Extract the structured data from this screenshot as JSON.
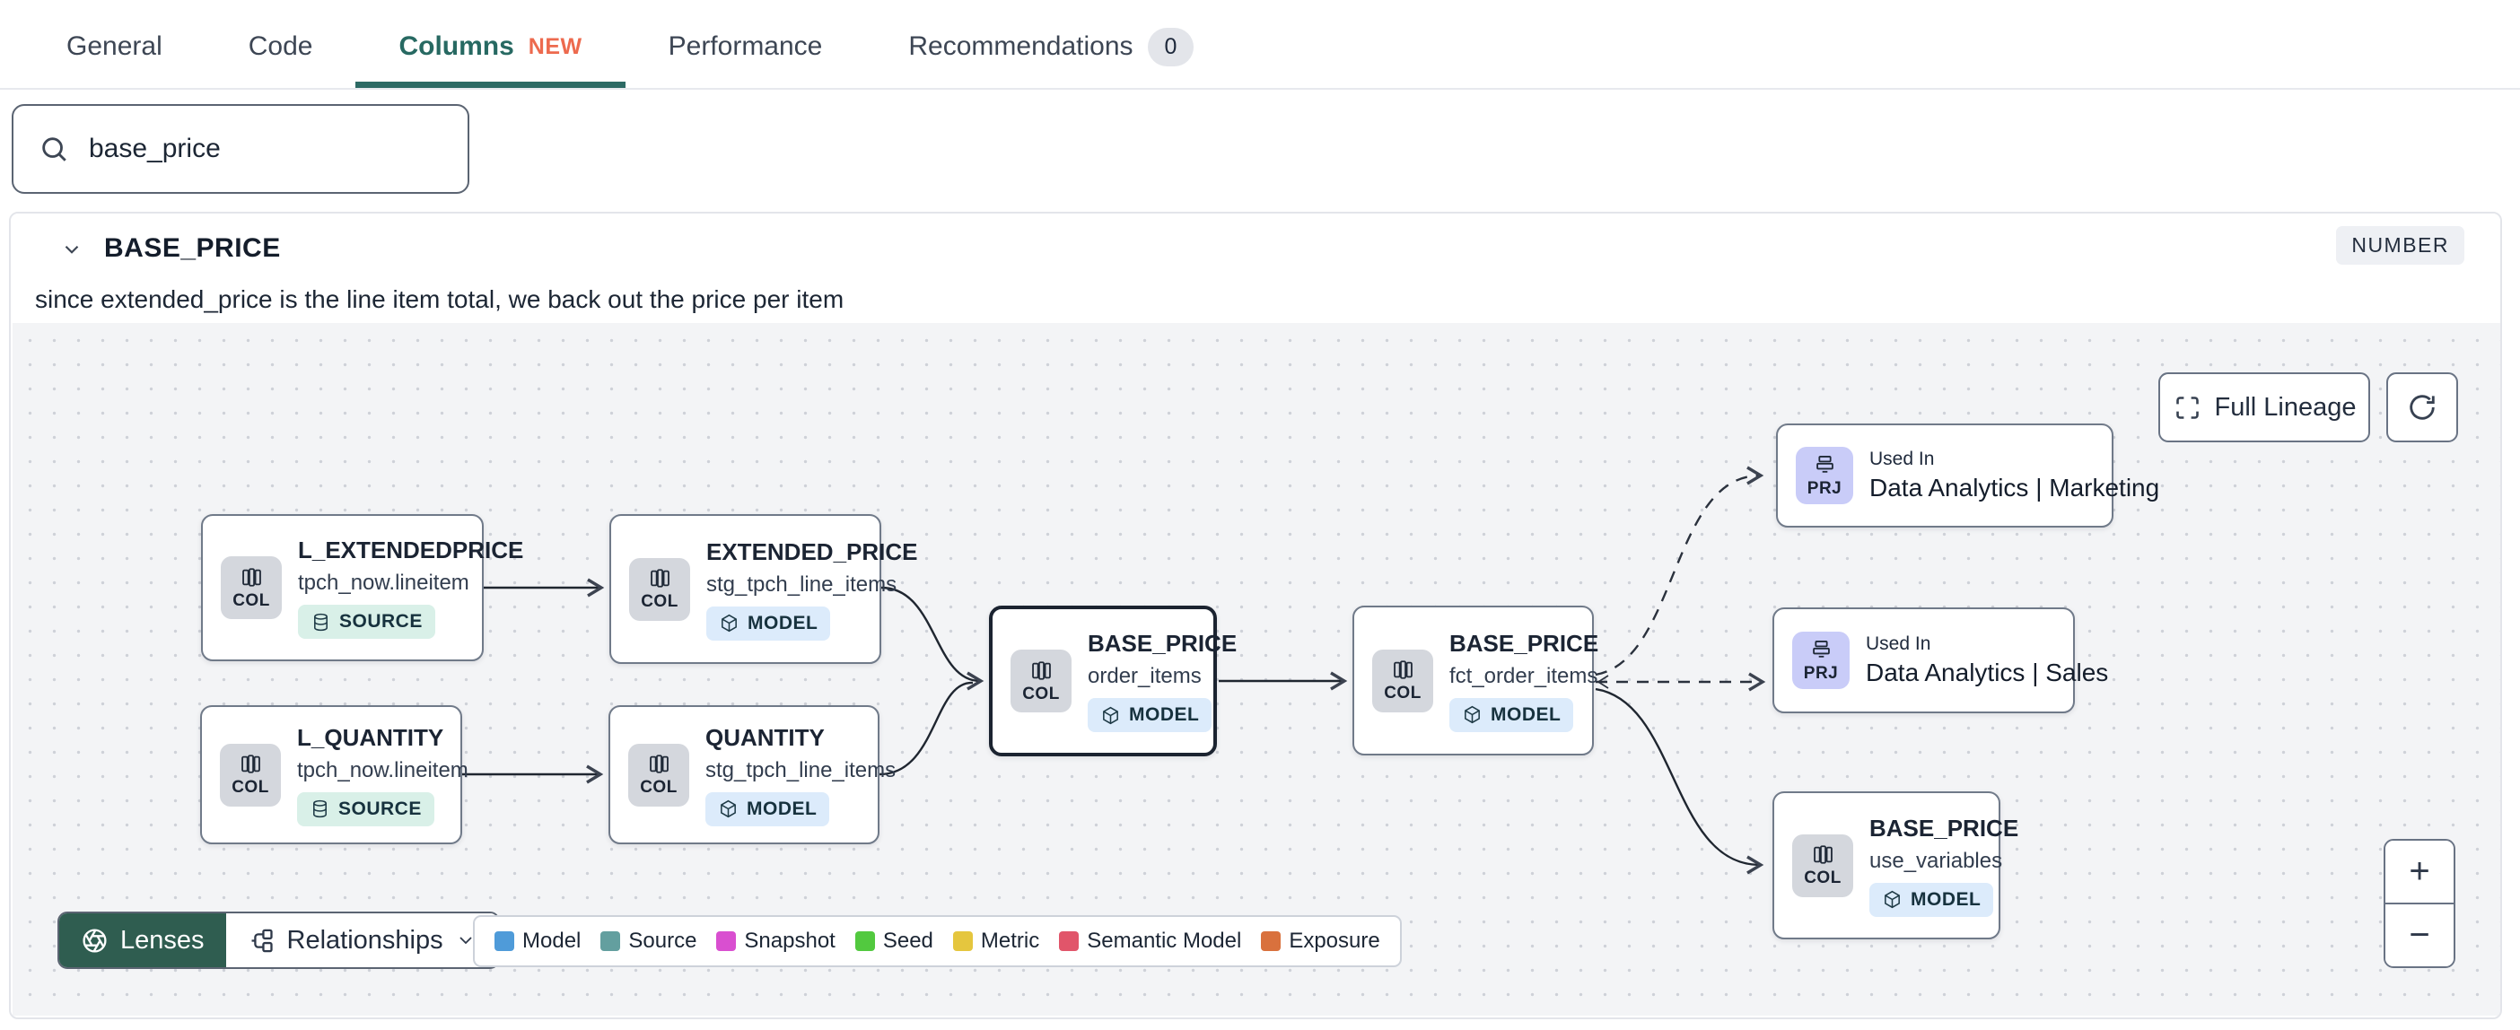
{
  "tabs": {
    "items": [
      {
        "label": "General"
      },
      {
        "label": "Code"
      },
      {
        "label": "Columns",
        "badge": "NEW"
      },
      {
        "label": "Performance"
      },
      {
        "label": "Recommendations",
        "count": "0"
      }
    ]
  },
  "search": {
    "value": "base_price"
  },
  "column": {
    "name": "BASE_PRICE",
    "type": "NUMBER",
    "description": "since extended_price is the line item total, we back out the price per item"
  },
  "lineage": {
    "full_lineage_label": "Full Lineage",
    "zoom_in_label": "+",
    "zoom_out_label": "−",
    "lenses_label": "Lenses",
    "relationships_label": "Relationships",
    "nodes": [
      {
        "tile": "COL",
        "title": "L_EXTENDEDPRICE",
        "subtitle": "tpch_now.lineitem",
        "badge": "SOURCE"
      },
      {
        "tile": "COL",
        "title": "L_QUANTITY",
        "subtitle": "tpch_now.lineitem",
        "badge": "SOURCE"
      },
      {
        "tile": "COL",
        "title": "EXTENDED_PRICE",
        "subtitle": "stg_tpch_line_items",
        "badge": "MODEL"
      },
      {
        "tile": "COL",
        "title": "QUANTITY",
        "subtitle": "stg_tpch_line_items",
        "badge": "MODEL"
      },
      {
        "tile": "COL",
        "title": "BASE_PRICE",
        "subtitle": "order_items",
        "badge": "MODEL"
      },
      {
        "tile": "COL",
        "title": "BASE_PRICE",
        "subtitle": "fct_order_items",
        "badge": "MODEL"
      },
      {
        "tile": "PRJ",
        "label": "Used In",
        "title": "Data Analytics | Marketing"
      },
      {
        "tile": "PRJ",
        "label": "Used In",
        "title": "Data Analytics | Sales"
      },
      {
        "tile": "COL",
        "title": "BASE_PRICE",
        "subtitle": "use_variables",
        "badge": "MODEL"
      }
    ],
    "legend": [
      {
        "label": "Model",
        "color": "#4f9bd9"
      },
      {
        "label": "Source",
        "color": "#639f9f"
      },
      {
        "label": "Snapshot",
        "color": "#d94fd0"
      },
      {
        "label": "Seed",
        "color": "#52c93f"
      },
      {
        "label": "Metric",
        "color": "#e5c63e"
      },
      {
        "label": "Semantic Model",
        "color": "#e1556a"
      },
      {
        "label": "Exposure",
        "color": "#d9713d"
      }
    ]
  }
}
